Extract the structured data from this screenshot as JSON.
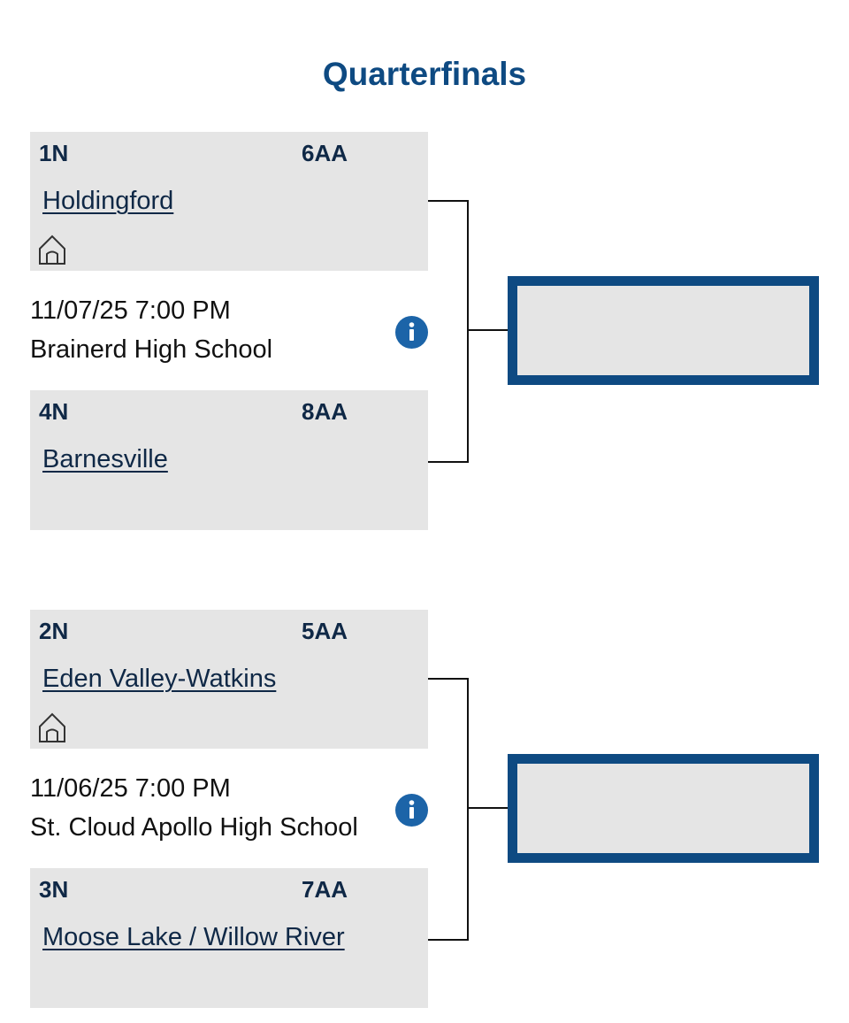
{
  "round_title": "Quarterfinals",
  "colors": {
    "title": "#0e4a82",
    "team_box_bg": "#e5e5e5",
    "team_text": "#0f2846",
    "info_icon": "#1c64a8",
    "next_box_border": "#0e4a82"
  },
  "matchups": [
    {
      "team1": {
        "section_seed": "1N",
        "class_seed": "6AA",
        "name": "Holdingford",
        "home_icon": "home-icon"
      },
      "game": {
        "datetime": "11/07/25 7:00 PM",
        "location": "Brainerd High School",
        "info_icon": "info-icon"
      },
      "team2": {
        "section_seed": "4N",
        "class_seed": "8AA",
        "name": "Barnesville"
      }
    },
    {
      "team1": {
        "section_seed": "2N",
        "class_seed": "5AA",
        "name": "Eden Valley-Watkins",
        "home_icon": "home-icon"
      },
      "game": {
        "datetime": "11/06/25 7:00 PM",
        "location": "St. Cloud Apollo High School",
        "info_icon": "info-icon"
      },
      "team2": {
        "section_seed": "3N",
        "class_seed": "7AA",
        "name": "Moose Lake / Willow River"
      }
    }
  ]
}
